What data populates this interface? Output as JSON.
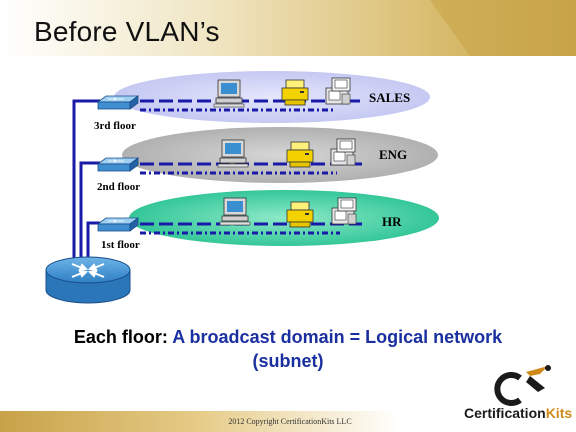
{
  "title": "Before VLAN’s",
  "floors": [
    {
      "label": "3rd floor",
      "department": "SALES"
    },
    {
      "label": "2nd floor",
      "department": "ENG"
    },
    {
      "label": "1st floor",
      "department": "HR"
    }
  ],
  "caption": {
    "prefix": "Each floor: ",
    "highlight": "A broadcast domain = Logical network",
    "line2": "(subnet)"
  },
  "footer": "2012 Copyright CertificationKits  LLC",
  "logo": {
    "part1": "Certification",
    "part2": "Kits"
  },
  "colors": {
    "title_band": "#c8a94a",
    "floor_sales": "#c5c8f2",
    "floor_eng": "#bdbdbd",
    "floor_hr": "#3fcfa0",
    "cable": "#1a1aa8",
    "caption_prefix": "#000000",
    "caption_highlight": "#1a2fa0",
    "footer_bar": "#d8b45a",
    "logo_dark": "#1a1a1a",
    "logo_accent": "#d08a1a"
  },
  "icons": [
    "switch-icon",
    "router-icon",
    "desktop-computer-icon",
    "printer-icon",
    "workstation-icon",
    "certificationkits-logo-icon"
  ]
}
